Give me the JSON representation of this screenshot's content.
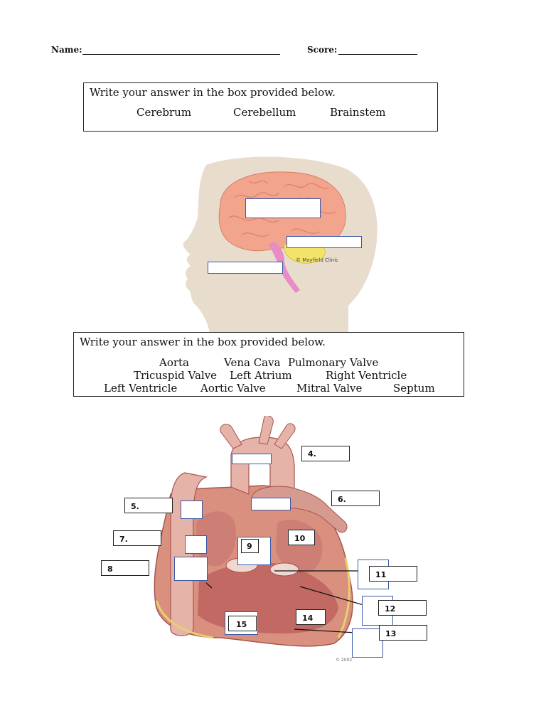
{
  "header": {
    "name_label": "Name:",
    "score_label": "Score:"
  },
  "brain_section": {
    "instruction": "Write your answer in the box provided below.",
    "words": [
      "Cerebrum",
      "Cerebellum",
      "Brainstem"
    ],
    "image_credit": "© Mayfield Clinic"
  },
  "heart_section": {
    "instruction": "Write your answer in the box provided below.",
    "words_row1": [
      "Aorta",
      "Vena Cava",
      "Pulmonary Valve"
    ],
    "words_row2": [
      "Tricuspid Valve",
      "Left Atrium",
      "Right Ventricle"
    ],
    "words_row3": [
      "Left Ventricle",
      "Aortic Valve",
      "Mitral Valve",
      "Septum"
    ],
    "labels": {
      "n4": "4.",
      "n5": "5.",
      "n6": "6.",
      "n7": "7.",
      "n8": "8",
      "n9": "9",
      "n10": "10",
      "n11": "11",
      "n12": "12",
      "n13": "13",
      "n14": "14",
      "n15": "15"
    },
    "image_credit": "© 2002"
  },
  "colors": {
    "skin": "#e8dccc",
    "brain": "#f2a48c",
    "cerebellum": "#f3e36a",
    "brainstem": "#e88cc8",
    "heart_red": "#d9907f",
    "heart_dark": "#b85c58",
    "box_blue": "#3a59a8"
  }
}
